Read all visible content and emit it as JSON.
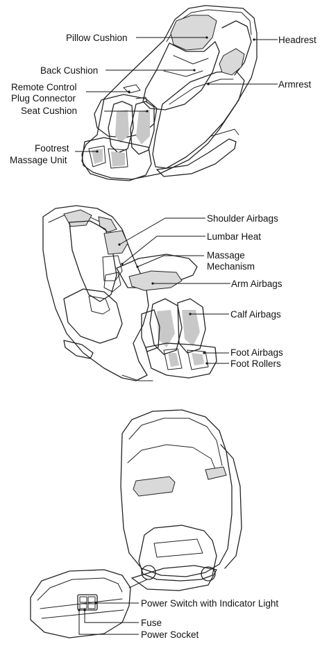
{
  "panel_1": {
    "labels": {
      "pillow_cushion": "Pillow Cushion",
      "headrest": "Headrest",
      "back_cushion": "Back Cushion",
      "armrest": "Armrest",
      "remote_control_1": "Remote Control",
      "remote_control_2": "Plug Connector",
      "seat_cushion": "Seat Cushion",
      "footrest_1": "Footrest",
      "footrest_2": "Massage Unit"
    }
  },
  "panel_2": {
    "labels": {
      "shoulder_airbags": "Shoulder Airbags",
      "lumbar_heat": "Lumbar Heat",
      "massage_1": "Massage",
      "massage_2": "Mechanism",
      "arm_airbags": "Arm Airbags",
      "calf_airbags": "Calf Airbags",
      "foot_airbags": "Foot Airbags",
      "foot_rollers": "Foot Rollers"
    }
  },
  "panel_3": {
    "labels": {
      "power_switch": "Power Switch with Indicator Light",
      "fuse": "Fuse",
      "power_socket": "Power Socket"
    }
  }
}
